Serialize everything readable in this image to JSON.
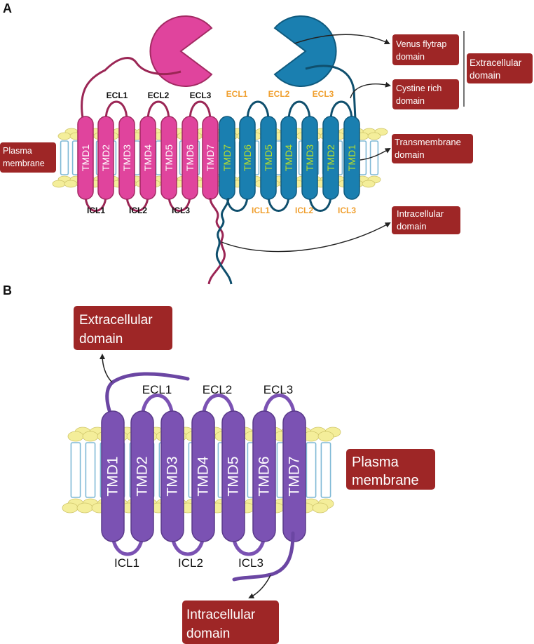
{
  "colors": {
    "pink": "#e0449d",
    "pink_dark": "#a32a63",
    "pink_loop": "#9b2655",
    "blue": "#1a7fb0",
    "blue_dark": "#0f5a7e",
    "blue_loop": "#0f4f6d",
    "purple": "#7b52b3",
    "purple_dark": "#5a3a8a",
    "box": "#9e2626",
    "lipid": "#f4ee9a",
    "lipid_stroke": "#cfc56a",
    "tail": "#7fb9d6",
    "orange_label": "#f0a030",
    "green_label": "#b8e02a"
  },
  "panel_a": {
    "label": "A",
    "boxes": {
      "venus": "Venus flytrap domain",
      "cystine": "Cystine rich domain",
      "extracellular": "Extracellular domain",
      "transmembrane": "Transmembrane domain",
      "intracellular": "Intracellular domain",
      "plasma": "Plasma membrane"
    },
    "left_tmds": [
      "TMD1",
      "TMD2",
      "TMD3",
      "TMD4",
      "TMD5",
      "TMD6",
      "TMD7"
    ],
    "right_tmds": [
      "TMD7",
      "TMD6",
      "TMD5",
      "TMD4",
      "TMD3",
      "TMD2",
      "TMD1"
    ],
    "left_ecl": [
      "ECL1",
      "ECL2",
      "ECL3"
    ],
    "left_icl": [
      "ICL1",
      "ICL2",
      "ICL3"
    ],
    "right_ecl": [
      "ECL1",
      "ECL2",
      "ECL3"
    ],
    "right_icl": [
      "ICL1",
      "ICL2",
      "ICL3"
    ]
  },
  "panel_b": {
    "label": "B",
    "boxes": {
      "extracellular": "Extracellular domain",
      "plasma": "Plasma membrane",
      "intracellular": "Intracellular domain"
    },
    "tmds": [
      "TMD1",
      "TMD2",
      "TMD3",
      "TMD4",
      "TMD5",
      "TMD6",
      "TMD7"
    ],
    "ecl": [
      "ECL1",
      "ECL2",
      "ECL3"
    ],
    "icl": [
      "ICL1",
      "ICL2",
      "ICL3"
    ]
  }
}
